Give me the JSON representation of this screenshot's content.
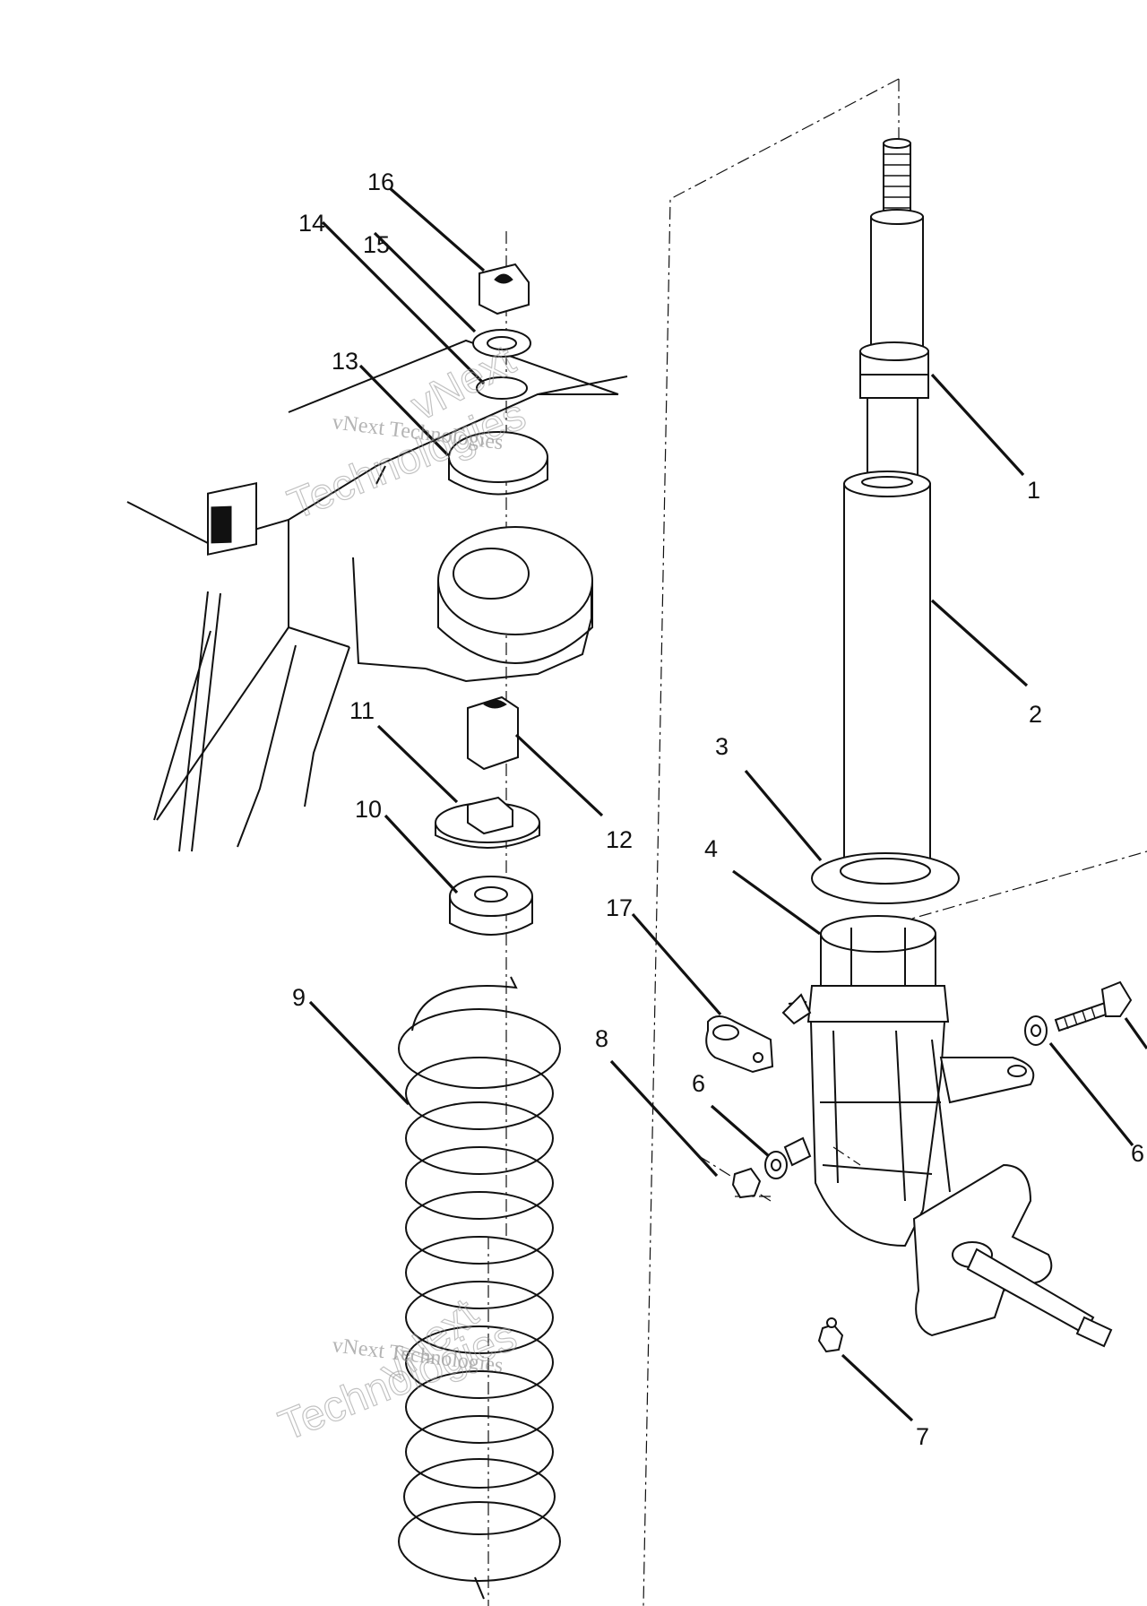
{
  "labels": {
    "l1": "1",
    "l2": "2",
    "l3": "3",
    "l4": "4",
    "l6a": "6",
    "l6b": "6",
    "l7": "7",
    "l8": "8",
    "l9": "9",
    "l10": "10",
    "l11": "11",
    "l12": "12",
    "l13": "13",
    "l14": "14",
    "l15": "15",
    "l16": "16",
    "l17": "17"
  },
  "watermark": {
    "line1": "vNext Technologies",
    "line2": "vNext",
    "line3": "Technologies"
  },
  "colors": {
    "ink": "#111111",
    "paper": "#ffffff",
    "watermark": "#9a9a9a"
  }
}
